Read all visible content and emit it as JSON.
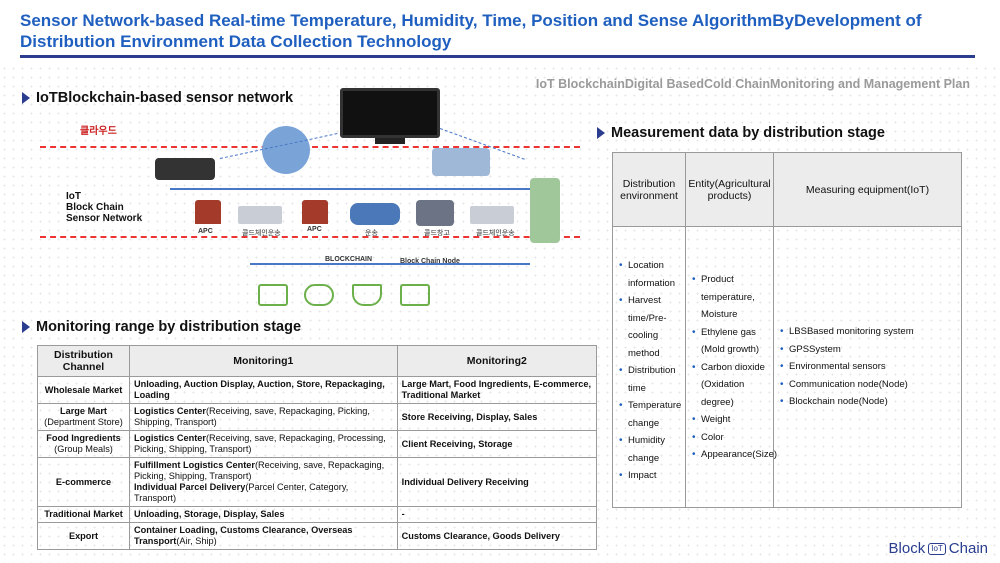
{
  "title": "Sensor Network-based Real-time Temperature, Humidity, Time, Position and Sense AlgorithmByDevelopment of Distribution Environment Data Collection Technology",
  "subtitle": "IoT BlockchainDigital BasedCold ChainMonitoring and Management Plan",
  "section1": "IoTBlockchain-based sensor network",
  "diagram": {
    "cloud_label": "클라우드",
    "network_label": "IoT\nBlock Chain\nSensor Network",
    "apc1": "APC",
    "apc2": "APC",
    "transport1": "콜드체인운송",
    "transport2": "운송",
    "storage": "콜드창고",
    "transport3": "콜드체인운송",
    "blockchain": "BLOCKCHAIN",
    "bc_node": "Block Chain Node"
  },
  "section2": "Monitoring range by distribution stage",
  "monitoring_table": {
    "headers": [
      "Distribution Channel",
      "Monitoring1",
      "Monitoring2"
    ],
    "rows": [
      {
        "channel": "Wholesale Market",
        "channel_sub": "",
        "m1_bold": "Unloading, Auction Display, Auction, Store, Repackaging, Loading",
        "m1_rest": "",
        "m1_line2_bold": "",
        "m1_line2_rest": "",
        "m2": "Large Mart, Food Ingredients, E-commerce, Traditional Market"
      },
      {
        "channel": "Large Mart",
        "channel_sub": "(Department Store)",
        "m1_bold": "Logistics Center",
        "m1_rest": "(Receiving, save, Repackaging, Picking, Shipping, Transport)",
        "m1_line2_bold": "",
        "m1_line2_rest": "",
        "m2": "Store Receiving, Display, Sales"
      },
      {
        "channel": "Food Ingredients",
        "channel_sub": "(Group Meals)",
        "m1_bold": "Logistics Center",
        "m1_rest": "(Receiving, save, Repackaging, Processing, Picking, Shipping, Transport)",
        "m1_line2_bold": "",
        "m1_line2_rest": "",
        "m2": "Client Receiving, Storage"
      },
      {
        "channel": "E-commerce",
        "channel_sub": "",
        "m1_bold": "Fulfillment Logistics Center",
        "m1_rest": "(Receiving, save, Repackaging, Picking, Shipping, Transport)",
        "m1_line2_bold": "Individual Parcel Delivery",
        "m1_line2_rest": "(Parcel Center, Category, Transport)",
        "m2": "Individual Delivery Receiving"
      },
      {
        "channel": "Traditional Market",
        "channel_sub": "",
        "m1_bold": "Unloading, Storage, Display, Sales",
        "m1_rest": "",
        "m1_line2_bold": "",
        "m1_line2_rest": "",
        "m2": "-"
      },
      {
        "channel": "Export",
        "channel_sub": "",
        "m1_bold": "Container Loading, Customs Clearance, Overseas Transport",
        "m1_rest": "(Air, Ship)",
        "m1_line2_bold": "",
        "m1_line2_rest": "",
        "m2": "Customs Clearance, Goods Delivery"
      }
    ]
  },
  "section3": "Measurement data by distribution stage",
  "measurement_table": {
    "headers": [
      "Distribution environment",
      "Entity(Agricultural products)",
      "Measuring equipment(IoT)"
    ],
    "environment": [
      "Location information",
      "Harvest time/Pre-cooling method",
      "Distribution time",
      "Temperature change",
      "Humidity change",
      "Impact"
    ],
    "entity": [
      "Product temperature, Moisture",
      "Ethylene gas (Mold growth)",
      "Carbon dioxide (Oxidation degree)",
      "Weight",
      "Color",
      "Appearance(Size)"
    ],
    "equipment": [
      "LBSBased monitoring system",
      "GPSSystem",
      "Environmental sensors",
      "Communication node(Node)",
      "Blockchain node(Node)"
    ]
  },
  "logo": {
    "left": "Block",
    "mark": "IoT",
    "right": "Chain"
  },
  "colors": {
    "title": "#1f5fbf",
    "rule": "#2a3d8f",
    "accent_red": "#e33333",
    "green": "#6bb04a"
  }
}
